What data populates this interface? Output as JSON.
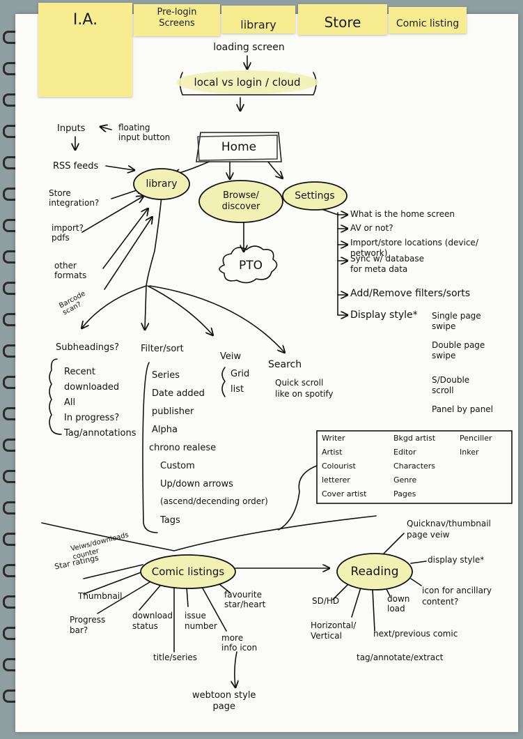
{
  "tabs": [
    "I.A.",
    "Pre-login\nScreens",
    "library",
    "Store",
    "Comic listing"
  ],
  "nodes": {
    "loading": "loading screen",
    "local": "local vs login / cloud",
    "home": "Home",
    "library": "library",
    "browse": "Browse/\ndiscover",
    "settings": "Settings",
    "pto": "PTO",
    "comic": "Comic listings",
    "reading": "Reading"
  },
  "inputs": {
    "inputs": "Inputs",
    "floating": "floating\ninput button",
    "rss": "RSS feeds",
    "store": "Store\nintegration?",
    "import": "import?\npdfs",
    "other": "other\nformats",
    "barcode": "Barcode\nscan?"
  },
  "settings_items": [
    "What is the home screen",
    "AV or not?",
    "Import/store locations (device/\nnetwork)",
    "Sync w/ database\nfor meta data",
    "Add/Remove filters/sorts",
    "Display style*"
  ],
  "display_styles": [
    "Single page\nswipe",
    "Double page\nswipe",
    "S/Double\nscroll",
    "Panel by panel"
  ],
  "subheadings": {
    "title": "Subheadings?",
    "items": [
      "Recent",
      "downloaded",
      "All",
      "In progress?",
      "Tag/annotations"
    ]
  },
  "filter": {
    "title": "Filter/sort",
    "items": [
      "Series",
      "Date added",
      "publisher",
      "Alpha",
      "chrono realese",
      "Custom",
      "Up/down arrows",
      "(ascend/decending order)",
      "Tags"
    ]
  },
  "view": {
    "title": "Veiw",
    "items": [
      "Grid",
      "list"
    ]
  },
  "search": {
    "title": "Search",
    "items": [
      "Quick scroll\nlike on spotify"
    ]
  },
  "credits": {
    "col1": [
      "Writer",
      "Artist",
      "Colourist",
      "letterer",
      "Cover artist"
    ],
    "col2": [
      "Bkgd artist",
      "Editor",
      "Characters",
      "Genre",
      "Pages"
    ],
    "col3": [
      "Penciller",
      "Inker",
      ""
    ]
  },
  "listing_features": {
    "star": "Star ratings",
    "views": "Veiws/downloads\ncounter",
    "thumb": "Thumbnail",
    "progress": "Progress\nbar?",
    "download": "download\nstatus",
    "issue": "issue\nnumber",
    "title": "title/series",
    "fav": "favourite\nstar/heart",
    "more": "more\ninfo icon",
    "webtoon": "webtoon style\npage"
  },
  "reading_features": {
    "quicknav": "Quicknav/thumbnail\npage veiw",
    "display": "display style*",
    "icon": "icon for ancillary\ncontent?",
    "sdhd": "SD/HD",
    "horizontal": "Horizontal/\nVertical",
    "down": "down\nload",
    "next": "next/previous comic",
    "tag": "tag/annotate/extract"
  },
  "colors": {
    "paper": "#fbfbf8",
    "sticky": "#f7ec8f",
    "highlight": "#f2f1b4",
    "ink": "#111111",
    "backdrop": "#8f9ea1"
  }
}
